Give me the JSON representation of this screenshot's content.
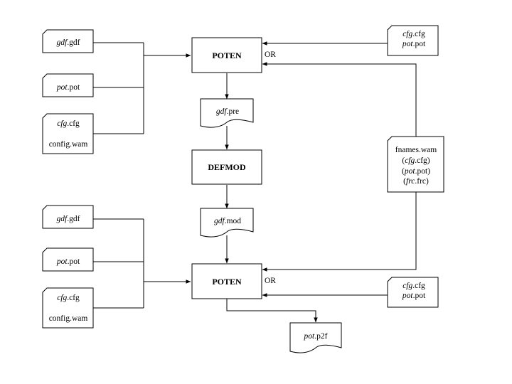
{
  "processes": {
    "poten_top": "POTEN",
    "defmod": "DEFMOD",
    "poten_bottom": "POTEN"
  },
  "labels": {
    "or_top": "OR",
    "or_bottom": "OR"
  },
  "files": {
    "gdf_in_top": [
      {
        "i": "gdf",
        "r": ".gdf"
      }
    ],
    "pot_in_top": [
      {
        "i": "pot",
        "r": ".pot"
      }
    ],
    "cfg_in_top": {
      "line1": [
        {
          "i": "cfg",
          "r": ".cfg"
        }
      ],
      "line2": [
        {
          "r": "config.wam"
        }
      ]
    },
    "alt_in_top": {
      "line1": [
        {
          "i": "cfg",
          "r": ".cfg"
        }
      ],
      "line2": [
        {
          "i": "pot",
          "r": ".pot"
        }
      ]
    },
    "gdf_pre": [
      {
        "i": "gdf",
        "r": ".pre"
      }
    ],
    "gdf_mod": [
      {
        "i": "gdf",
        "r": ".mod"
      }
    ],
    "fnames": {
      "line1": [
        {
          "r": "fnames.wam"
        }
      ],
      "line2": [
        {
          "r": "("
        },
        {
          "i": "cfg",
          "r": ".cfg)"
        }
      ],
      "line3": [
        {
          "r": "("
        },
        {
          "i": "pot",
          "r": ".pot)"
        }
      ],
      "line4": [
        {
          "r": "("
        },
        {
          "i": "frc",
          "r": ".frc)"
        }
      ]
    },
    "gdf_in_bottom": [
      {
        "i": "gdf",
        "r": ".gdf"
      }
    ],
    "pot_in_bottom": [
      {
        "i": "pot",
        "r": ".pot"
      }
    ],
    "cfg_in_bottom": {
      "line1": [
        {
          "i": "cfg",
          "r": ".cfg"
        }
      ],
      "line2": [
        {
          "r": "config.wam"
        }
      ]
    },
    "alt_in_bottom": {
      "line1": [
        {
          "i": "cfg",
          "r": ".cfg"
        }
      ],
      "line2": [
        {
          "i": "pot",
          "r": ".pot"
        }
      ]
    },
    "pot_p2f": [
      {
        "i": "pot",
        "r": ".p2f"
      }
    ]
  }
}
